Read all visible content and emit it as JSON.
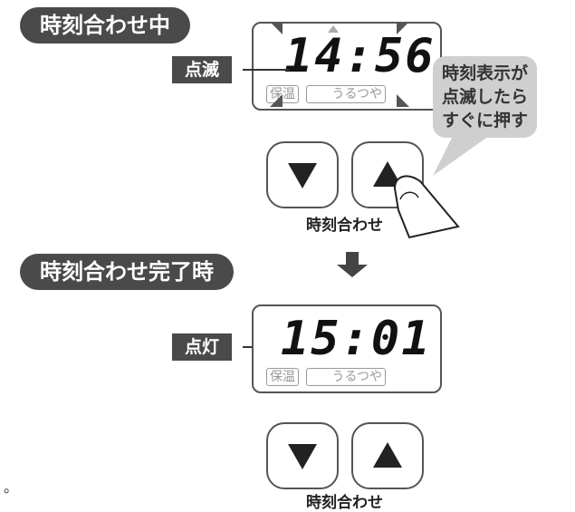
{
  "step1": {
    "title": "時刻合わせ中",
    "indicator": "点滅",
    "time": "14:56",
    "label_keep_warm": "保温",
    "label_mode": "うるつや",
    "callout_line1": "時刻表示が",
    "callout_line2": "点滅したら",
    "callout_line3": "すぐに押す",
    "button_caption": "時刻合わせ"
  },
  "step2": {
    "title": "時刻合わせ完了時",
    "indicator": "点灯",
    "time": "15:01",
    "label_keep_warm": "保温",
    "label_mode": "うるつや",
    "button_caption": "時刻合わせ"
  },
  "footnote": "。",
  "colors": {
    "dark": "#4a4a4a",
    "callout": "#cfcfcf",
    "stroke": "#555555"
  }
}
